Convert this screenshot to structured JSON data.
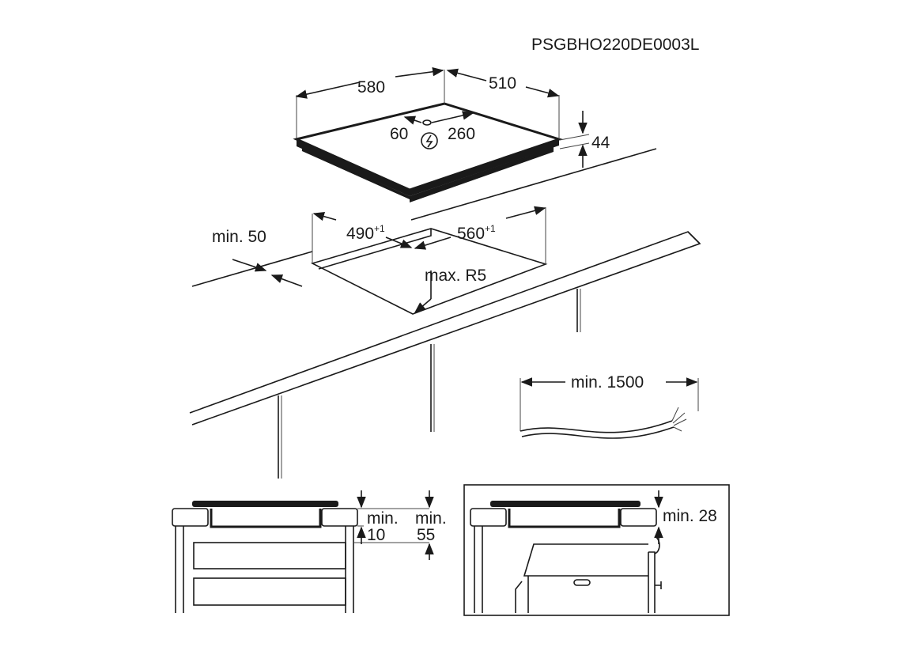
{
  "drawing_code": "PSGBHO220DE0003L",
  "hob": {
    "width": "580",
    "depth": "510",
    "conn_left": "60",
    "conn_right": "260",
    "height": "44"
  },
  "cutout": {
    "width": "490",
    "width_tol": "+1",
    "depth": "560",
    "depth_tol": "+1",
    "radius": "max. R5",
    "front_distance": "min. 50"
  },
  "cable": {
    "length": "min. 1500"
  },
  "install_drawers": {
    "gap_a_label": "min.",
    "gap_a_value": "10",
    "gap_b_label": "min.",
    "gap_b_value": "55"
  },
  "install_oven": {
    "gap": "min. 28"
  },
  "colors": {
    "line": "#1a1a1a",
    "background": "#ffffff"
  }
}
